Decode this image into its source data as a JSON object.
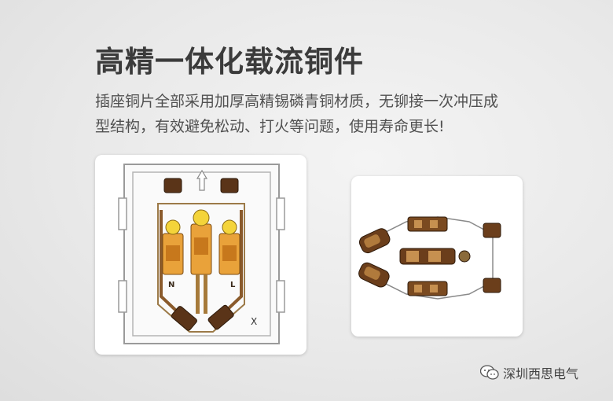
{
  "heading": "高精一体化载流铜件",
  "description": {
    "line1": "插座铜片全部采用加厚高精锡磷青铜材质，无铆接一次冲压成",
    "line2": "型结构，有效避免松动、打火等问题，使用寿命更长!"
  },
  "socket_diagram": {
    "label_n": "N",
    "label_l": "L",
    "label_x": "X"
  },
  "watermark": {
    "icon": "wechat-icon",
    "text": "深圳西思电气"
  }
}
